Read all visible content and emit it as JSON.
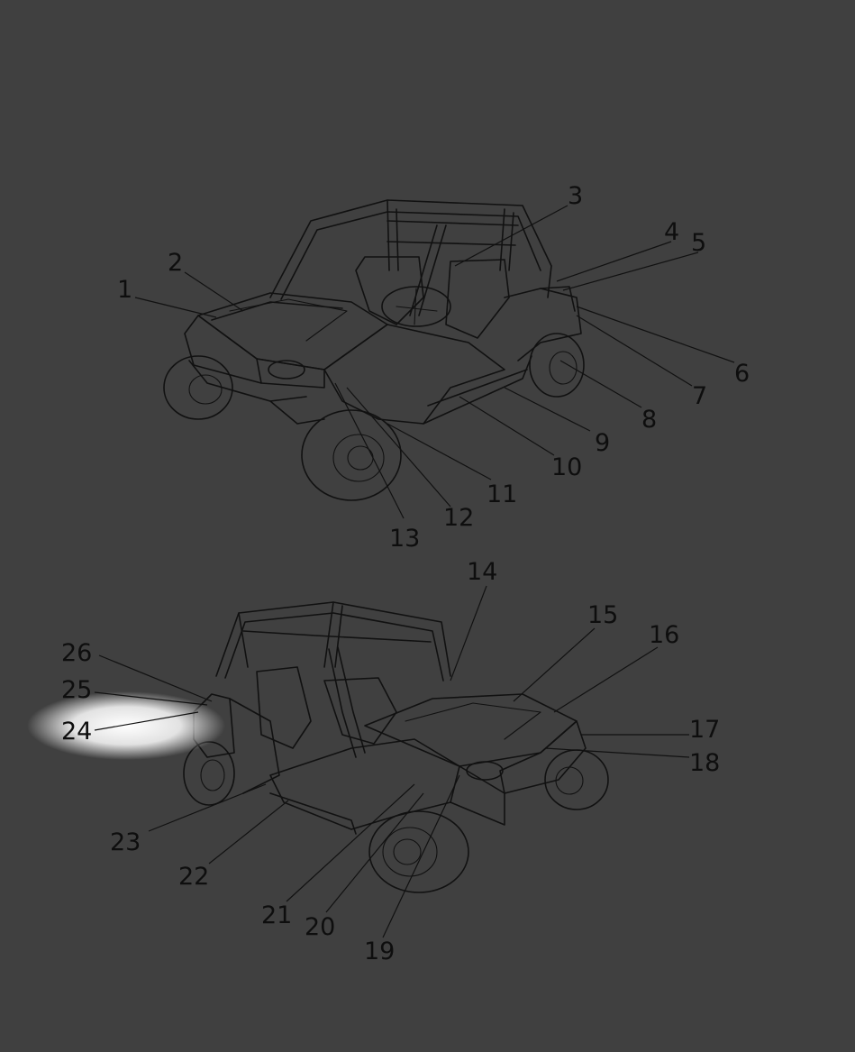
{
  "callouts": {
    "c1": "1",
    "c2": "2",
    "c3": "3",
    "c4": "4",
    "c5": "5",
    "c6": "6",
    "c7": "7",
    "c8": "8",
    "c9": "9",
    "c10": "10",
    "c11": "11",
    "c12": "12",
    "c13": "13",
    "c14": "14",
    "c15": "15",
    "c16": "16",
    "c17": "17",
    "c18": "18",
    "c19": "19",
    "c20": "20",
    "c21": "21",
    "c22": "22",
    "c23": "23",
    "c24": "24",
    "c25": "25",
    "c26": "26"
  },
  "highlighted_callout": "24",
  "colors": {
    "background": "#404040",
    "ink": "#111111",
    "highlight": "#ffffff"
  }
}
